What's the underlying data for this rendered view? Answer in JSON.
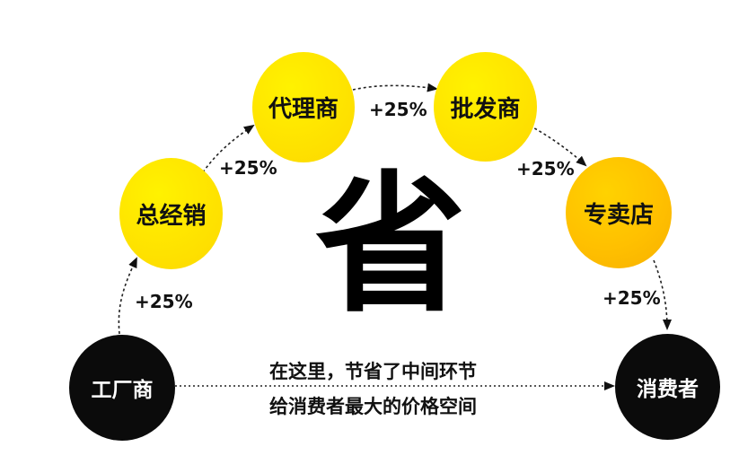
{
  "nodes": {
    "factory": "工厂商",
    "distributor": "总经销",
    "agent": "代理商",
    "wholesaler": "批发商",
    "specialty_store": "专卖店",
    "consumer": "消费者"
  },
  "markups": [
    "+25%",
    "+25%",
    "+25%",
    "+25%",
    "+25%"
  ],
  "center_char": "省",
  "caption": {
    "line1": "在这里，节省了中间环节",
    "line2": "给消费者最大的价格空间"
  }
}
